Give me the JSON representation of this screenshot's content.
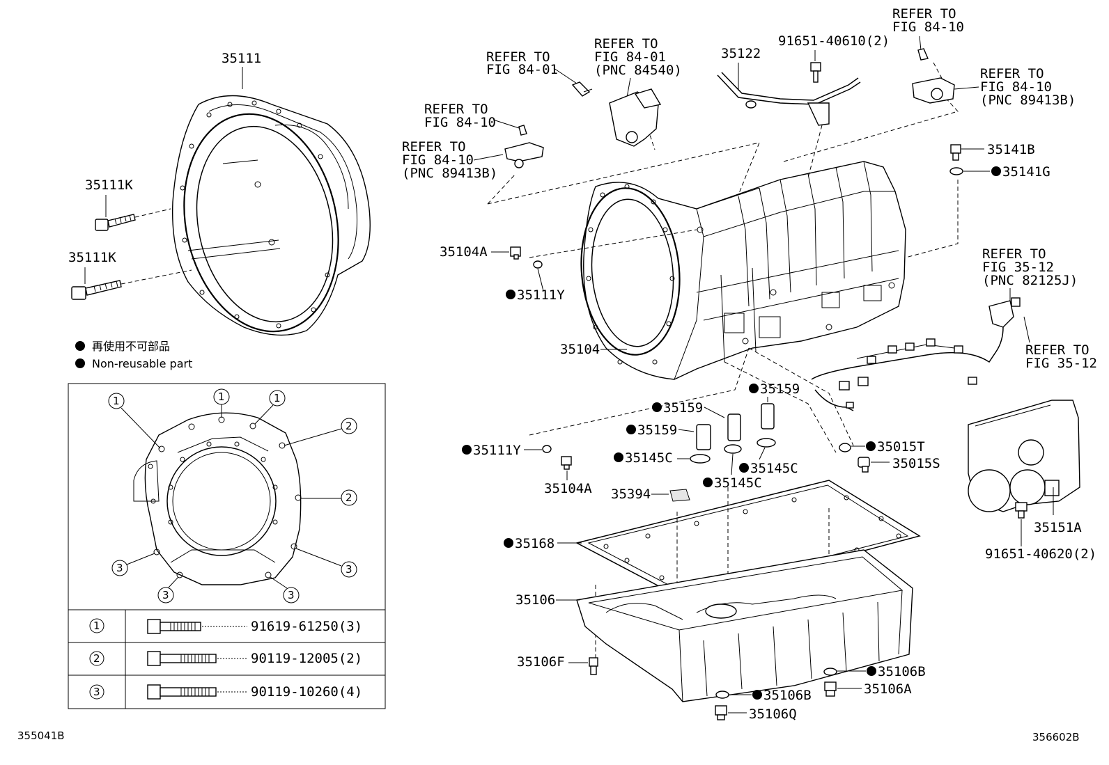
{
  "diagram": {
    "figure_code_left": "355041B",
    "figure_code_right": "356602B",
    "legend": {
      "line1": "再使用不可部品",
      "line2": "Non-reusable part"
    },
    "callouts": {
      "p35111": "35111",
      "p35111K_a": "35111K",
      "p35111K_b": "35111K",
      "p35122": "35122",
      "p91651_40610": "91651-40610(2)",
      "p35141B": "35141B",
      "p35141G": "35141G",
      "p35104A_top": "35104A",
      "p35111Y_top": "35111Y",
      "p35104": "35104",
      "p35159_a": "35159",
      "p35159_b": "35159",
      "p35159_c": "35159",
      "p35111Y_low": "35111Y",
      "p35104A_low": "35104A",
      "p35145C_a": "35145C",
      "p35145C_b": "35145C",
      "p35145C_c": "35145C",
      "p35394": "35394",
      "p35015T": "35015T",
      "p35015S": "35015S",
      "p35168": "35168",
      "p35106": "35106",
      "p35106F": "35106F",
      "p35106B_a": "35106B",
      "p35106B_b": "35106B",
      "p35106A": "35106A",
      "p35106Q": "35106Q",
      "p35151A": "35151A",
      "p91651_40620": "91651-40620(2)"
    },
    "refer_notes": {
      "r1": [
        "REFER TO",
        "FIG 84-01"
      ],
      "r2": [
        "REFER TO",
        "FIG 84-01",
        "(PNC 84540)"
      ],
      "r3": [
        "REFER TO",
        "FIG 84-10"
      ],
      "r4": [
        "REFER TO",
        "FIG 84-10",
        "(PNC 89413B)"
      ],
      "r5": [
        "REFER TO",
        "FIG 84-10"
      ],
      "r6": [
        "REFER TO",
        "FIG 84-10",
        "(PNC 89413B)"
      ],
      "r7": [
        "REFER TO",
        "FIG 35-12",
        "(PNC 82125J)"
      ],
      "r8": [
        "REFER TO",
        "FIG 35-12"
      ]
    },
    "bolt_table": {
      "rows": [
        {
          "key": "1",
          "part": "91619-61250(3)"
        },
        {
          "key": "2",
          "part": "90119-12005(2)"
        },
        {
          "key": "3",
          "part": "90119-10260(4)"
        }
      ]
    },
    "housing_keys": [
      "1",
      "1",
      "1",
      "2",
      "2",
      "3",
      "3",
      "3",
      "3"
    ]
  }
}
